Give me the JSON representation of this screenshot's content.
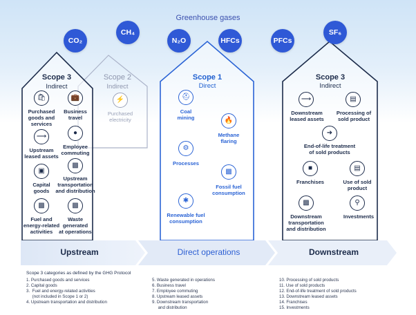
{
  "header": {
    "title": "Greenhouse gases"
  },
  "gases": [
    "CO₂",
    "CH₄",
    "N₂O",
    "HFCs",
    "PFCs",
    "SF₆"
  ],
  "scopes": {
    "scope3_up": {
      "title": "Scope 3",
      "subtitle": "Indirect"
    },
    "scope2": {
      "title": "Scope 2",
      "subtitle": "Indirect"
    },
    "scope1": {
      "title": "Scope 1",
      "subtitle": "Direct"
    },
    "scope3_down": {
      "title": "Scope 3",
      "subtitle": "Indirect"
    }
  },
  "items": {
    "purchased_goods": "Purchased\ngoods and\nservices",
    "business_travel": "Business\ntravel",
    "upstream_leased": "Upstream\nleased assets",
    "employee_commuting": "Employee\ncommuting",
    "capital_goods": "Capital\ngoods",
    "upstream_transport": "Upstream\ntransportation\nand distribution",
    "fuel_energy": "Fuel and\nenergy-related\nactivities",
    "waste": "Waste\ngenerated\nat operations",
    "purchased_electricity": "Purchased\nelectricity",
    "coal_mining": "Coal\nmining",
    "methane_flaring": "Methane\nflaring",
    "processes": "Processes",
    "fossil_fuel": "Fossil fuel\nconsumption",
    "renewable_fuel": "Renewable fuel\nconsumption",
    "downstream_leased": "Downstream\nleased assets",
    "processing_sold": "Processing of\nsold product",
    "end_of_life": "End-of-life treatment\nof sold products",
    "franchises": "Franchises",
    "use_of_sold": "Use of sold\nproduct",
    "downstream_transport": "Downstream\ntransportation\nand distribution",
    "investments": "Investments"
  },
  "band": {
    "upstream": "Upstream",
    "direct": "Direct operations",
    "downstream": "Downstream"
  },
  "legend": {
    "title": "Scope 3 categories as defined by the GHG Protocol",
    "col1": [
      "1.  Purchased goods and services",
      "2.  Capital goods",
      "3.  Fuel and energy-related activities",
      "     (not included in Scope 1 or 2)",
      "4.  Upstream transportation and distribution"
    ],
    "col2": [
      "5.  Waste generated in operations",
      "6.  Business travel",
      "7.  Employee commuting",
      "8.  Upstream leased assets",
      "9.  Downstream transportation",
      "     and distribution"
    ],
    "col3": [
      "10. Processing of sold products",
      "11.  Use of sold products",
      "12.  End-of-life treatment of sold products",
      "13.  Downstream leased assets",
      "14.  Franchises",
      "15.  Investments"
    ]
  },
  "icons": {
    "purchased_goods": "shopping-bag-icon",
    "business_travel": "briefcase-icon",
    "upstream_leased": "share-icon",
    "employee_commuting": "people-icon",
    "capital_goods": "factory-icon",
    "upstream_transport": "truck-icon",
    "fuel_energy": "fuel-truck-icon",
    "waste": "waste-truck-icon",
    "purchased_electricity": "lightning-icon",
    "coal_mining": "helmet-icon",
    "methane_flaring": "flame-icon",
    "processes": "gear-icon",
    "fossil_fuel": "car-icon",
    "renewable_fuel": "wind-turbine-icon",
    "downstream_leased": "share-icon",
    "processing_sold": "clipboard-icon",
    "end_of_life": "arrow-right-icon",
    "franchises": "store-icon",
    "use_of_sold": "cart-icon",
    "downstream_transport": "truck-icon",
    "investments": "magnifier-icon"
  },
  "colors": {
    "gas_circle": "#2f59d6",
    "dark_navy": "#1c2b4a",
    "scope1_blue": "#2a63d5",
    "scope2_grey": "#9aa2b8",
    "band_light": "#e4ecf8"
  }
}
